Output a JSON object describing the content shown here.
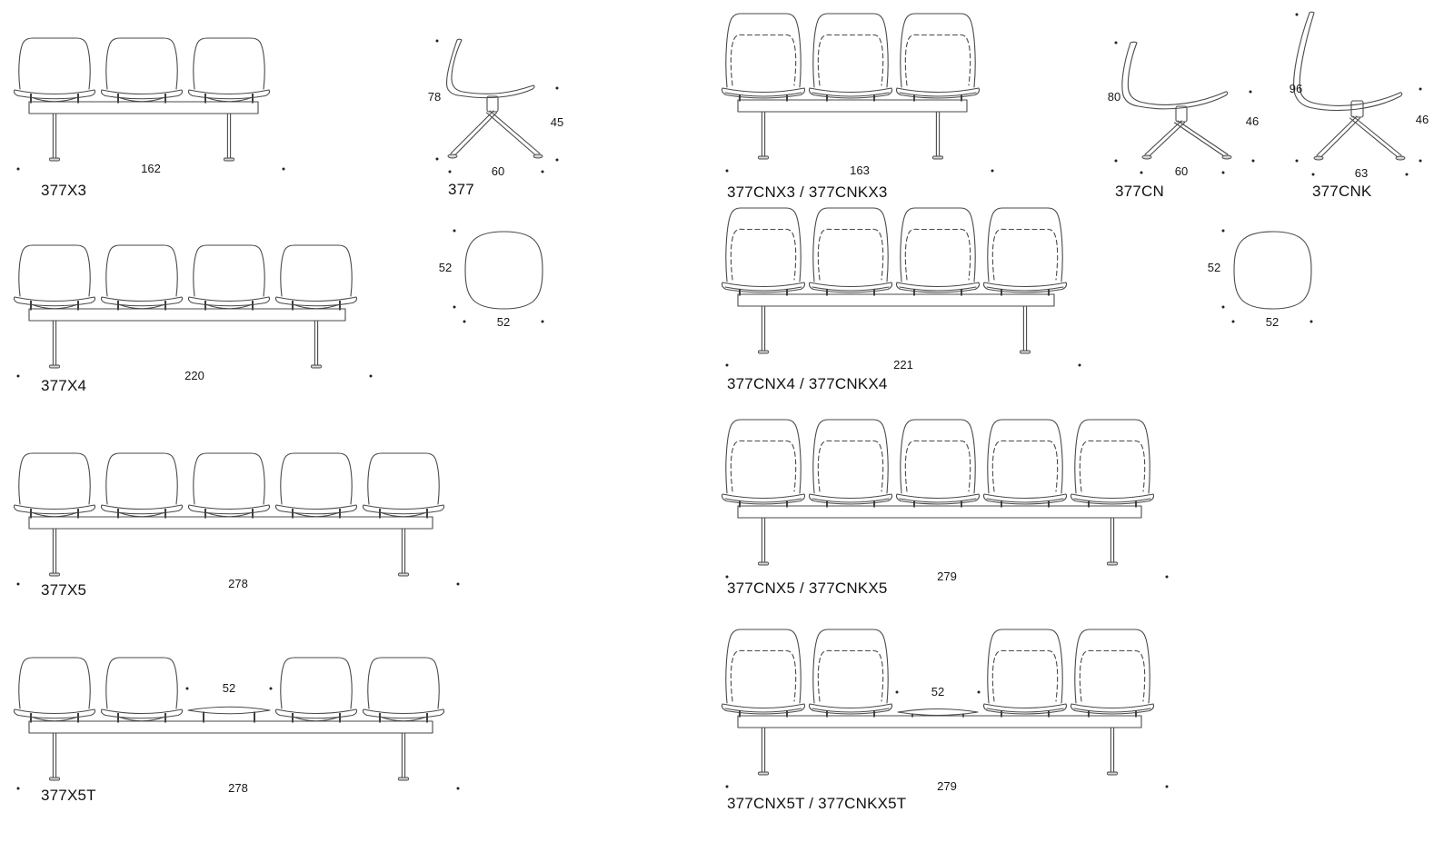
{
  "page": {
    "background": "#ffffff",
    "line_color": "#4a4a4a",
    "text_color": "#161616"
  },
  "figures": {
    "x3": {
      "label": "377X3",
      "seats": 3,
      "upholstered": false,
      "width_dim": "162"
    },
    "chair377": {
      "label": "377",
      "height_dim": "78",
      "seat_height_dim": "45",
      "depth_dim": "60"
    },
    "cnx3": {
      "label": "377CNX3 / 377CNKX3",
      "seats": 3,
      "upholstered": true,
      "width_dim": "163"
    },
    "cn": {
      "label": "377CN",
      "height_dim": "80",
      "seat_height_dim": "46",
      "depth_dim": "60"
    },
    "cnk": {
      "label": "377CNK",
      "height_dim": "96",
      "seat_height_dim": "46",
      "depth_dim": "63"
    },
    "x4": {
      "label": "377X4",
      "seats": 4,
      "upholstered": false,
      "width_dim": "220"
    },
    "seat_top_left": {
      "side_dim": "52",
      "bottom_dim": "52"
    },
    "cnx4": {
      "label": "377CNX4 / 377CNKX4",
      "seats": 4,
      "upholstered": true,
      "width_dim": "221"
    },
    "seat_top_right": {
      "side_dim": "52",
      "bottom_dim": "52"
    },
    "x5": {
      "label": "377X5",
      "seats": 5,
      "upholstered": false,
      "width_dim": "278"
    },
    "cnx5": {
      "label": "377CNX5 / 377CNKX5",
      "seats": 5,
      "upholstered": true,
      "width_dim": "279"
    },
    "x5t": {
      "label": "377X5T",
      "seats": 5,
      "upholstered": false,
      "table_seat": 3,
      "table_dim": "52",
      "width_dim": "278"
    },
    "cnx5t": {
      "label": "377CNX5T / 377CNKX5T",
      "seats": 5,
      "upholstered": true,
      "table_seat": 3,
      "table_dim": "52",
      "width_dim": "279"
    }
  }
}
